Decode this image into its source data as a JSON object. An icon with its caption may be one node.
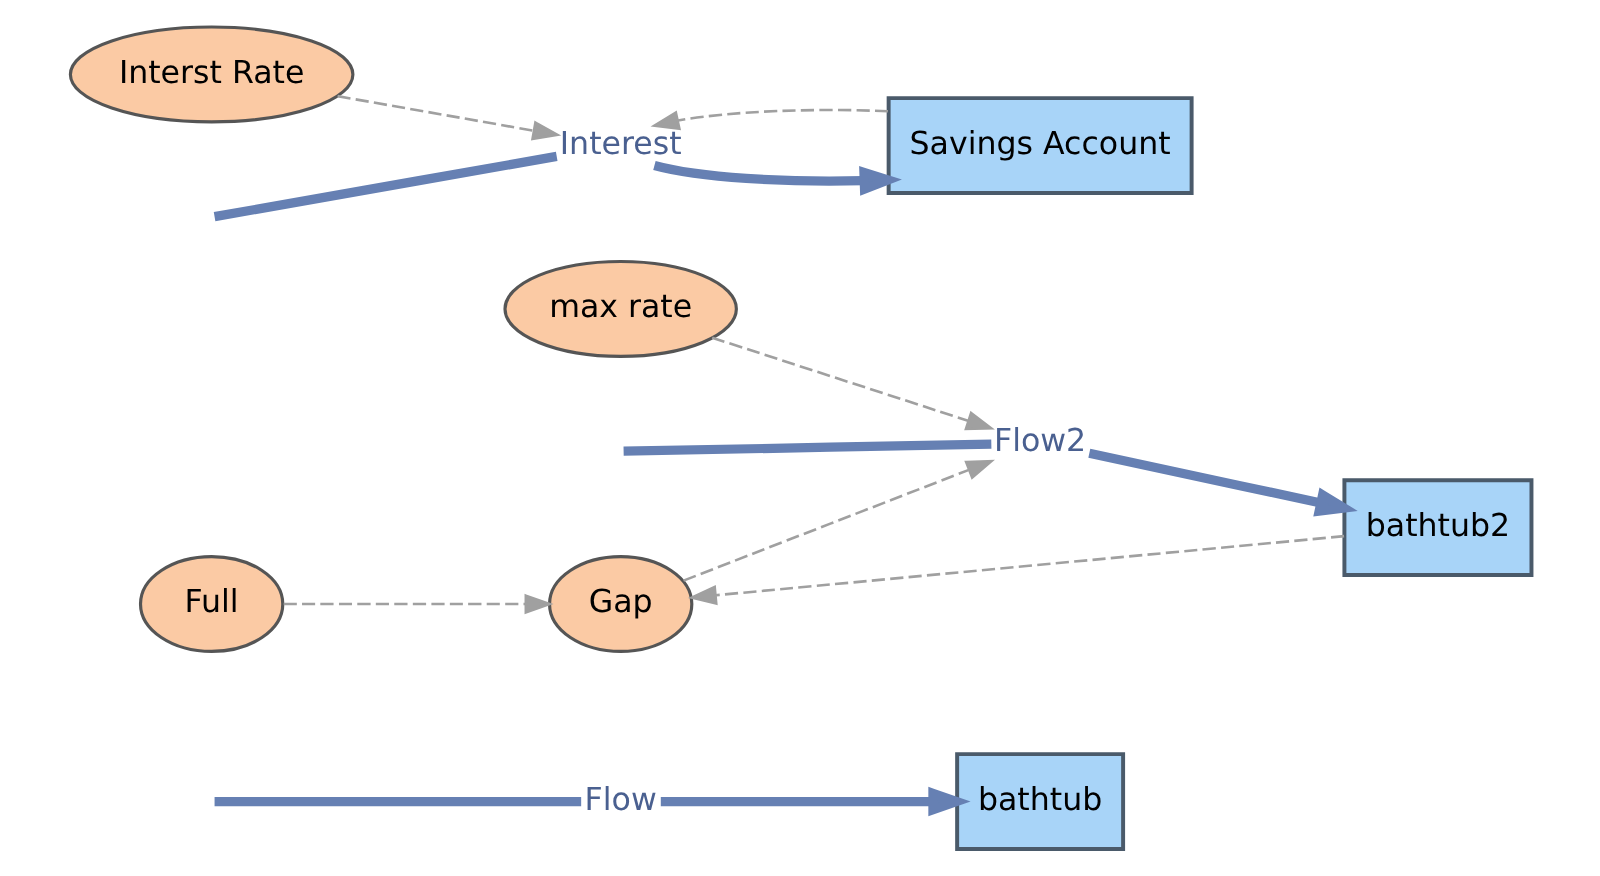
{
  "diagram": {
    "nodes": [
      {
        "text": [
          "Flow"
        ]
      },
      {
        "text": [
          "bathtub"
        ]
      },
      {
        "text": [
          "Full"
        ]
      },
      {
        "text": [
          "Gap"
        ]
      },
      {
        "text": [
          "Flow2"
        ]
      },
      {
        "text": [
          "bathtub2"
        ]
      },
      {
        "text": [
          "Interst Rate"
        ]
      },
      {
        "text": [
          "max rate"
        ]
      },
      {
        "text": [
          "Interest"
        ]
      },
      {
        "text": [
          "Savings Account"
        ]
      }
    ],
    "edges": [
      {
        "from": null,
        "to": 0,
        "arrow": "none",
        "style": "thick",
        "color": "#6680b3"
      },
      {
        "from": 0,
        "to": 1,
        "arrow": "to",
        "style": "thick",
        "color": "#6680b3"
      },
      {
        "from": 2,
        "to": 3,
        "arrow": "to",
        "style": "dashed"
      },
      {
        "from": 5,
        "to": 3,
        "arrow": "to",
        "style": "dashed"
      },
      {
        "from": 3,
        "to": 4,
        "arrow": "to",
        "style": "dashed"
      },
      {
        "from": 7,
        "to": 4,
        "arrow": "to",
        "style": "dashed"
      },
      {
        "from": null,
        "to": 4,
        "arrow": "none",
        "style": "thick",
        "color": "#6680b3"
      },
      {
        "from": 4,
        "to": 5,
        "arrow": "to",
        "style": "thick",
        "color": "#6680b3"
      },
      {
        "from": 6,
        "to": 8,
        "arrow": "to",
        "style": "dashed"
      },
      {
        "from": 9,
        "to": 8,
        "arrow": "to",
        "style": "dashed"
      },
      {
        "from": null,
        "to": 8,
        "arrow": "none",
        "style": "thick",
        "color": "#6680b3"
      },
      {
        "from": 8,
        "to": 9,
        "arrow": "to",
        "style": "thick",
        "color": "#6680b3"
      }
    ]
  }
}
